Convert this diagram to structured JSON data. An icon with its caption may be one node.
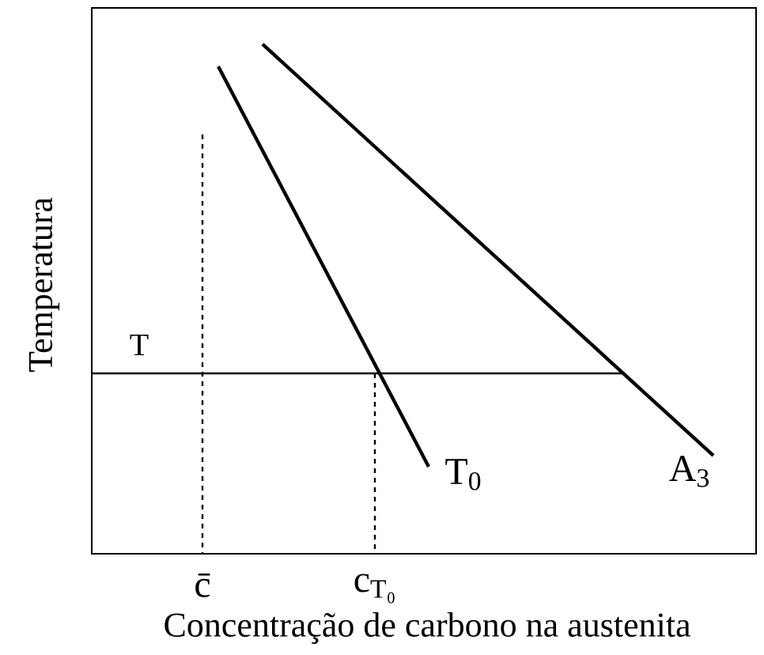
{
  "diagram": {
    "labels": [
      "T",
      "T$_{0}$",
      "A$_{3}$",
      "c̄",
      "c$_{T₀}$",
      "Temperatura",
      "Concentração de carbono na austenita"
    ]
  }
}
